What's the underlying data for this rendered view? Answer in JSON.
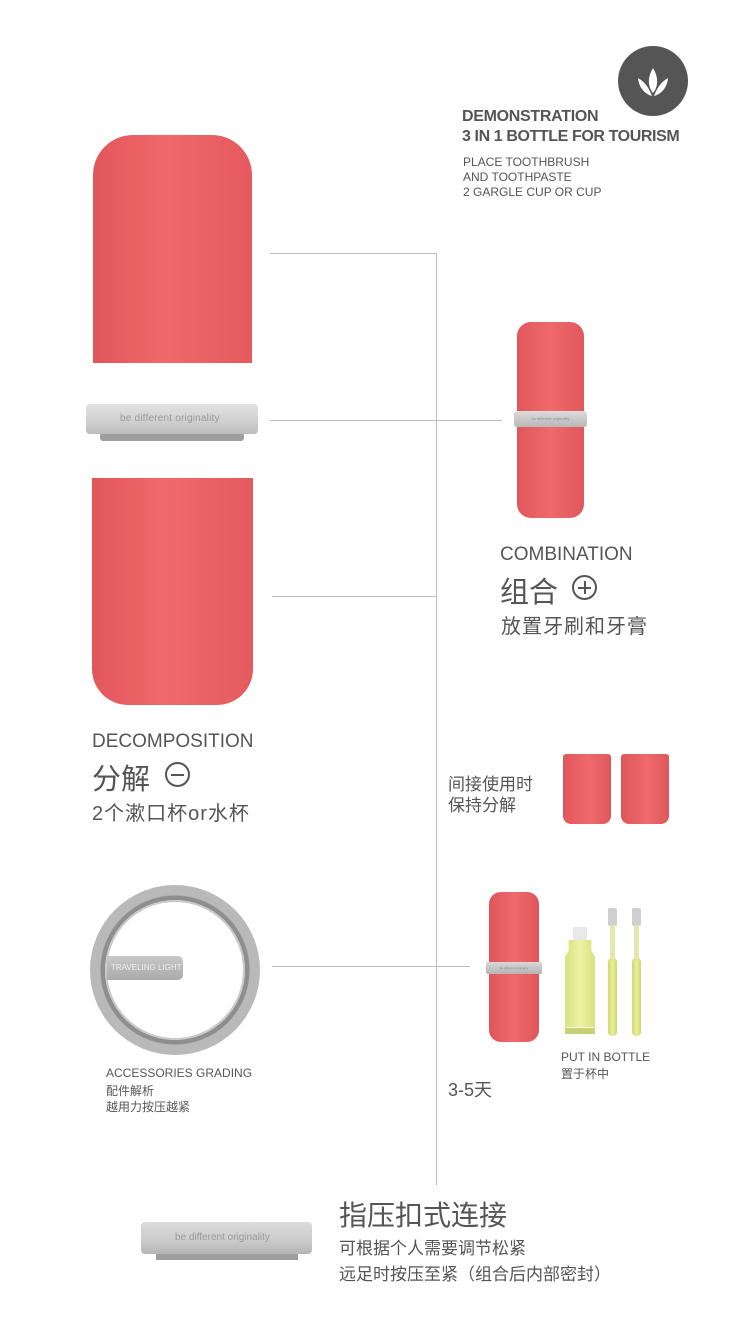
{
  "header": {
    "title_line1": "DEMONSTRATION",
    "title_line2": "3 IN 1 BOTTLE FOR TOURISM",
    "desc_line1": "PLACE TOOTHBRUSH",
    "desc_line2": "AND TOOTHPASTE",
    "desc_line3": "2 GARGLE CUP OR CUP"
  },
  "ring": {
    "band_text": "be different originality"
  },
  "combination": {
    "title_en": "COMBINATION",
    "title_cn": "组合",
    "subtitle": "放置牙刷和牙膏"
  },
  "decomposition": {
    "title_en": "DECOMPOSITION",
    "title_cn": "分解",
    "subtitle": "2个漱口杯or水杯"
  },
  "separate": {
    "line1": "间接使用时",
    "line2": "保持分解"
  },
  "accessories": {
    "tab_text": "TRAVELING LIGHT",
    "title_en": "ACCESSORIES GRADING",
    "line1": "配件解析",
    "line2": "越用力按压越紧"
  },
  "put_in": {
    "title_en": "PUT IN BOTTLE",
    "title_cn": "置于杯中",
    "days": "3-5天"
  },
  "press": {
    "title": "指压扣式连接",
    "line1": "可根据个人需要调节松紧",
    "line2": "远足时按压至紧（组合后内部密封）"
  },
  "colors": {
    "cup_red": "#e8605f",
    "ring_gray": "#cfcfcf",
    "paste_yellow": "#e4ea8e",
    "logo_gray": "#555555"
  }
}
